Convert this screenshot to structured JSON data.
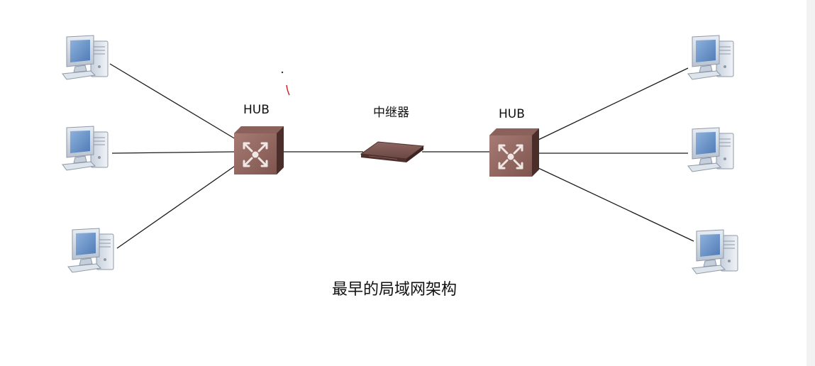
{
  "diagram": {
    "left_hub": {
      "label": "HUB"
    },
    "right_hub": {
      "label": "HUB"
    },
    "repeater": {
      "label": "中继器"
    },
    "caption": "最早的局域网架构",
    "left_computers": [
      {
        "icon": "computer-icon"
      },
      {
        "icon": "computer-icon"
      },
      {
        "icon": "computer-icon"
      }
    ],
    "right_computers": [
      {
        "icon": "computer-icon"
      },
      {
        "icon": "computer-icon"
      },
      {
        "icon": "computer-icon"
      }
    ]
  },
  "colors": {
    "hub_body": "#7a4e49",
    "hub_face": "#9a6d66",
    "repeater_body": "#6b4844",
    "monitor_frame": "#d3dbe5",
    "monitor_screen": "#6f96c8",
    "cable": "#1a1a1a"
  }
}
